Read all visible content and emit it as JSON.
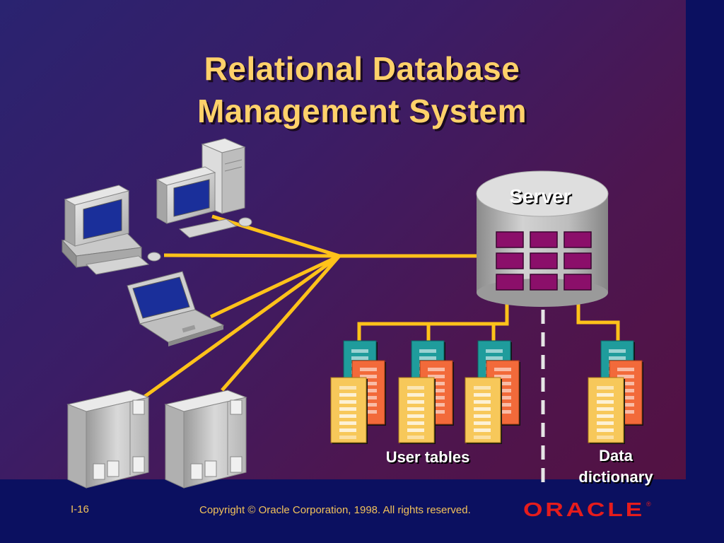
{
  "title": {
    "line1": "Relational Database",
    "line2": "Management System"
  },
  "labels": {
    "server": "Server",
    "user_tables": "User tables",
    "data_dictionary_line1": "Data",
    "data_dictionary_line2": "dictionary"
  },
  "footer": {
    "slide_number": "I-16",
    "copyright": "Copyright © Oracle Corporation, 1998. All rights reserved.",
    "logo_text": "ORACLE",
    "logo_mark": "®"
  },
  "colors": {
    "title": "#ffd16a",
    "connector": "#ffc21a",
    "background_band": "#0b1060",
    "server_cell": "#8b0f6a",
    "table_front": "#f7c85a",
    "table_middle": "#f26a3a",
    "table_back": "#1f9c9c",
    "oracle_red": "#e51c1c"
  }
}
